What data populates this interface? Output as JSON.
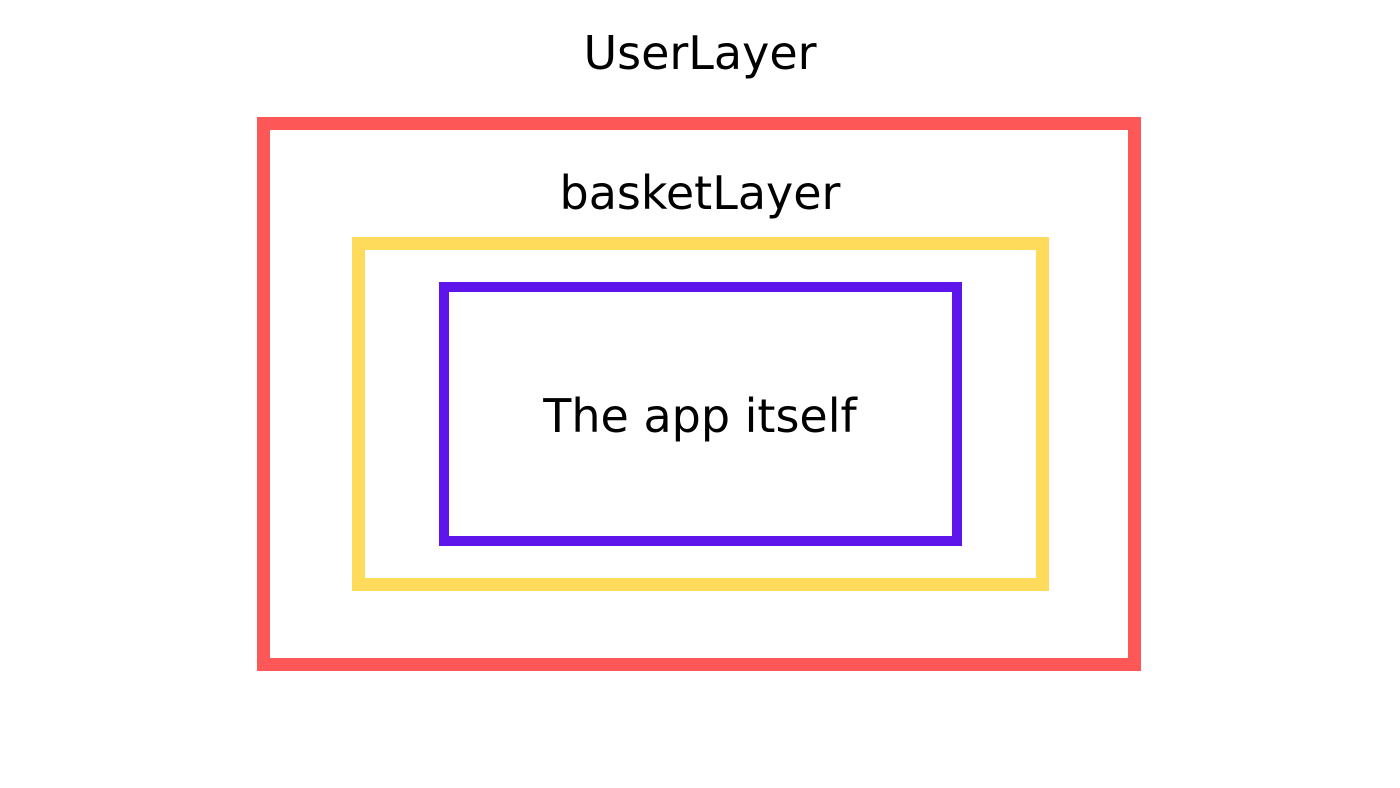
{
  "diagram": {
    "layers": [
      {
        "label": "UserLayer",
        "color": "#fe5758"
      },
      {
        "label": "basketLayer",
        "color": "#fedb5b"
      },
      {
        "label": "The app itself",
        "color": "#5e15eb"
      }
    ]
  }
}
